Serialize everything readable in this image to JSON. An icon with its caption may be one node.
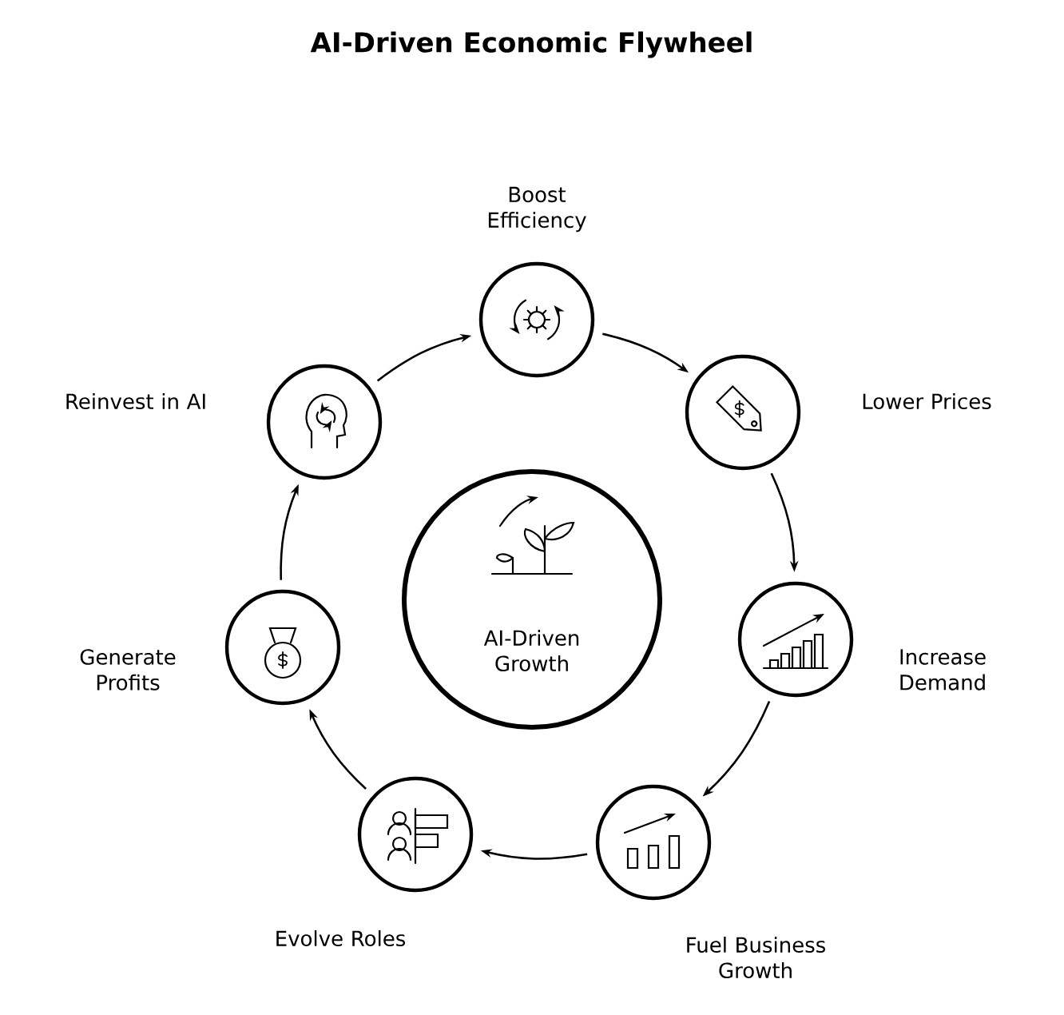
{
  "diagram": {
    "title": "AI-Driven Economic Flywheel",
    "nodes": [
      {
        "text": [
          "Boost Efficiency"
        ]
      },
      {
        "text": [
          "Reinvest in AI"
        ]
      },
      {
        "text": [
          "Lower Prices"
        ]
      },
      {
        "text": [
          "AI-Driven Growth"
        ]
      },
      {
        "text": [
          "Generate Profits"
        ]
      },
      {
        "text": [
          "Increase Demand"
        ]
      },
      {
        "text": [
          "Evolve Roles"
        ]
      },
      {
        "text": [
          "Fuel Business Growth"
        ]
      }
    ],
    "edges": [
      {
        "from": 0,
        "to": 2,
        "arrow": "to"
      },
      {
        "from": 2,
        "to": 5,
        "arrow": "to"
      },
      {
        "from": 5,
        "to": 7,
        "arrow": "to"
      },
      {
        "from": 7,
        "to": 6,
        "arrow": "to"
      },
      {
        "from": 6,
        "to": 4,
        "arrow": "to"
      },
      {
        "from": 4,
        "to": 1,
        "arrow": "to"
      },
      {
        "from": 1,
        "to": 0,
        "arrow": "to"
      }
    ]
  }
}
